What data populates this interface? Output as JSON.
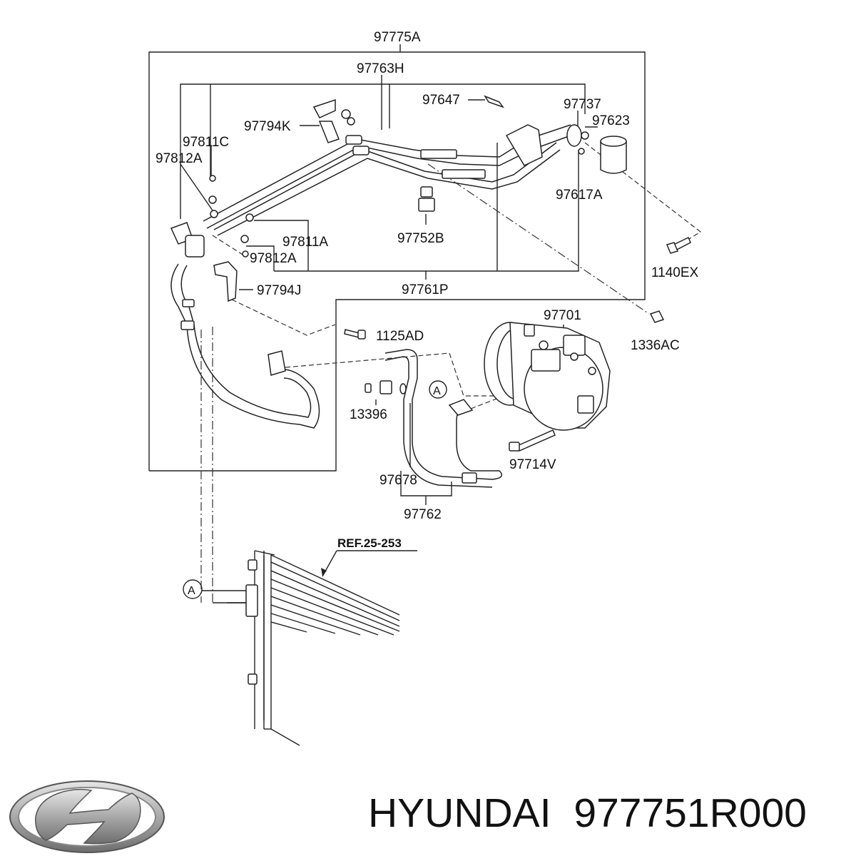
{
  "diagram": {
    "labels": {
      "l97775A": "97775A",
      "l97763H": "97763H",
      "l97647": "97647",
      "l97737": "97737",
      "l97623": "97623",
      "l97794K": "97794K",
      "l97811C": "97811C",
      "l97812A_top": "97812A",
      "l97617A": "97617A",
      "l97811A": "97811A",
      "l97752B": "97752B",
      "l97812A_mid": "97812A",
      "l1140EX": "1140EX",
      "l97794J": "97794J",
      "l97761P": "97761P",
      "l97701": "97701",
      "l1336AC": "1336AC",
      "l1125AD": "1125AD",
      "l13396": "13396",
      "l97714V": "97714V",
      "l97678": "97678",
      "l97762": "97762",
      "ref": "REF.25-253",
      "callout_a1": "A",
      "callout_a2": "A"
    }
  },
  "brand": {
    "name": "HYUNDAI",
    "part_number": "977751R000",
    "logo_icon": "hyundai-logo-icon"
  }
}
